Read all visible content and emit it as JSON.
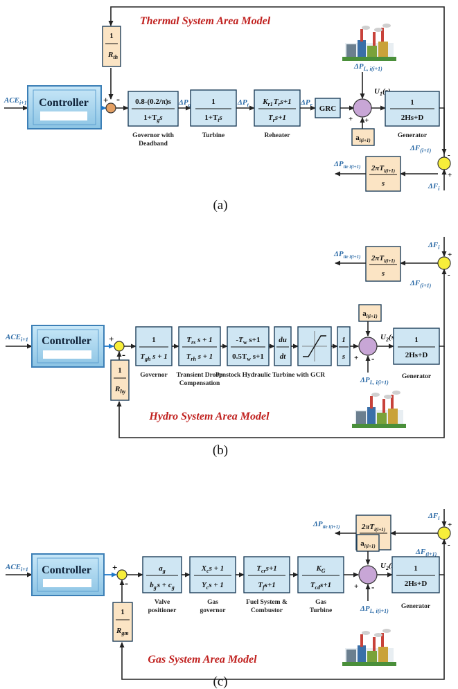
{
  "panels": {
    "a": {
      "label": "(a)",
      "title": "Thermal System Area Model",
      "ace": "ACE",
      "ace_sub": "i+1",
      "controller": "Controller",
      "droop": {
        "num": "1",
        "den": "R",
        "den_sub": "th"
      },
      "governor": {
        "num": "0.8-(0.2/π)s",
        "den": "1+T",
        "den_sub": "g",
        "den_tail": "s",
        "caption": [
          "Governor with",
          "Deadband"
        ]
      },
      "turbine": {
        "num": "1",
        "den": "1+T",
        "den_sub": "t",
        "den_tail": "s",
        "caption": [
          "Turbine"
        ]
      },
      "reheater": {
        "num_a": "K",
        "num_a_sub": "r1",
        "num_b": "T",
        "num_b_sub": "r",
        "num_tail": "s+1",
        "den": "T",
        "den_sub": "r",
        "den_tail": "s+1",
        "caption": [
          "Reheater"
        ]
      },
      "grc": "GRC",
      "signals": {
        "pg": "ΔP",
        "pg_sub": "g",
        "pt": "ΔP",
        "pt_sub": "t",
        "pr": "ΔP",
        "pr_sub": "r"
      },
      "load": "ΔP",
      "load_sub": "L, i(i+1)",
      "u": "U",
      "u_sub": "1",
      "u_tail": "(s)",
      "a_coef": "a",
      "a_coef_sub": "i(i+1)",
      "generator": {
        "num": "1",
        "den": "2Hs+D",
        "caption": [
          "Generator"
        ]
      },
      "df_out": "ΔF",
      "df_out_sub": "(i+1)",
      "df_in": "ΔF",
      "df_in_sub": "i",
      "tie": {
        "num_a": "2πT",
        "num_a_sub": "i(i+1)",
        "den": "s"
      },
      "ptie": "ΔP",
      "ptie_sub": "tie i(i+1)"
    },
    "b": {
      "label": "(b)",
      "title": "Hydro System Area Model",
      "ace": "ACE",
      "ace_sub": "i+1",
      "controller": "Controller",
      "droop": {
        "num": "1",
        "den": "R",
        "den_sub": "hy"
      },
      "governor": {
        "num": "1",
        "den": "T",
        "den_sub": "gh",
        "den_tail": " s + 1",
        "caption": [
          "Governor"
        ]
      },
      "droop_comp": {
        "num": "T",
        "num_sub": "rs",
        "num_tail": " s + 1",
        "den": "T",
        "den_sub": "rh",
        "den_tail": " s + 1",
        "caption": [
          "Transient Droop",
          "Compensation"
        ]
      },
      "penstock": {
        "num": "-T",
        "num_sub": "w",
        "num_tail": " s+1",
        "den": "0.5T",
        "den_sub": "w",
        "den_tail": " s+1"
      },
      "deriv": {
        "num": "du",
        "den": "dt"
      },
      "integrator": {
        "num": "1",
        "den": "s"
      },
      "penstock_caption": "Penstock Hydraulic Turbine with GCR",
      "load": "ΔP",
      "load_sub": "L, i(i+1)",
      "u": "U",
      "u_sub": "2",
      "u_tail": "(s)",
      "a_coef": "a",
      "a_coef_sub": "i(i+1)",
      "generator": {
        "num": "1",
        "den": "2Hs+D",
        "caption": [
          "Generator"
        ]
      },
      "df_in": "ΔF",
      "df_in_sub": "i",
      "df_out": "ΔF",
      "df_out_sub": "(i+1)",
      "tie": {
        "num_a": "2πT",
        "num_a_sub": "i(i+1)",
        "den": "s"
      },
      "ptie": "ΔP",
      "ptie_sub": "tie i(i+1)"
    },
    "c": {
      "label": "(c)",
      "title": "Gas System Area Model",
      "ace": "ACE",
      "ace_sub": "i+1",
      "controller": "Controller",
      "droop": {
        "num": "1",
        "den": "R",
        "den_sub": "gm"
      },
      "valve": {
        "num": "a",
        "num_sub": "g",
        "den": "b",
        "den_sub": "g",
        "den_tail": "s + c",
        "den_tail_sub": "g",
        "caption": [
          "Valve",
          "positioner"
        ]
      },
      "gas_gov": {
        "num": "X",
        "num_sub": "c",
        "num_tail": "s + 1",
        "den": "Y",
        "den_sub": "c",
        "den_tail": "s + 1",
        "caption": [
          "Gas",
          "governor"
        ]
      },
      "fuel": {
        "num": "T",
        "num_sub": "cr",
        "num_tail": "s+1",
        "den": "T",
        "den_sub": "f",
        "den_tail": "s+1",
        "caption": [
          "Fuel System &",
          "Combustor"
        ]
      },
      "gas_turbine": {
        "num": "K",
        "num_sub": "G",
        "den": "T",
        "den_sub": "cd",
        "den_tail": "s+1",
        "caption": [
          "Gas",
          "Turbine"
        ]
      },
      "load": "ΔP",
      "load_sub": "L, i(i+1)",
      "u": "U",
      "u_sub": "2",
      "u_tail": "(s)",
      "a_coef": "a",
      "a_coef_sub": "i(i+1)",
      "generator": {
        "num": "1",
        "den": "2Hs+D",
        "caption": [
          "Generator"
        ]
      },
      "df_in": "ΔF",
      "df_in_sub": "i",
      "df_out": "ΔF",
      "df_out_sub": "(i+1)",
      "tie": {
        "num_a": "2πT",
        "num_a_sub": "i(i+1)",
        "den": "s"
      },
      "ptie": "ΔP",
      "ptie_sub": "tie i(i+1)"
    }
  },
  "signs": {
    "plus": "+",
    "minus": "-"
  },
  "colors": {
    "block_fill": "#cfe6f3",
    "tie_fill": "#fbe4c4",
    "title": "#c0201e",
    "signal": "#2b6aa6",
    "controller_fill": "#aad6ee",
    "thermal_junction": "#e4a064",
    "junction_yellow": "#f7ee3a",
    "sum_purple": "#c8a6d6"
  }
}
